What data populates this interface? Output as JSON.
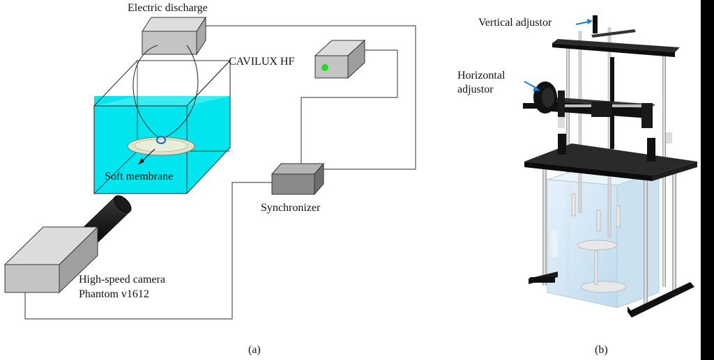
{
  "panel_a": {
    "labels": {
      "electric_discharge": "Electric discharge",
      "cavilux": "CAVILUX HF",
      "soft_membrane": "Soft membrane",
      "synchronizer": "Synchronizer",
      "camera_line1": "High-speed camera",
      "camera_line2": "Phantom v1612"
    },
    "caption": "(a)",
    "colors": {
      "water": "#00e5ee",
      "box_gray": "#c4c4c4",
      "sync_gray": "#8a8a8a",
      "indicator": "#22dd22",
      "membrane": "#dfe6c8"
    }
  },
  "panel_b": {
    "labels": {
      "vertical_adjustor": "Vertical adjustor",
      "horizontal_line1": "Horizontal",
      "horizontal_line2": "adjustor"
    },
    "caption": "(b)",
    "colors": {
      "arrow": "#1a7fd8",
      "frame": "#1a1a1a",
      "tank": "#cfe6f5"
    }
  }
}
